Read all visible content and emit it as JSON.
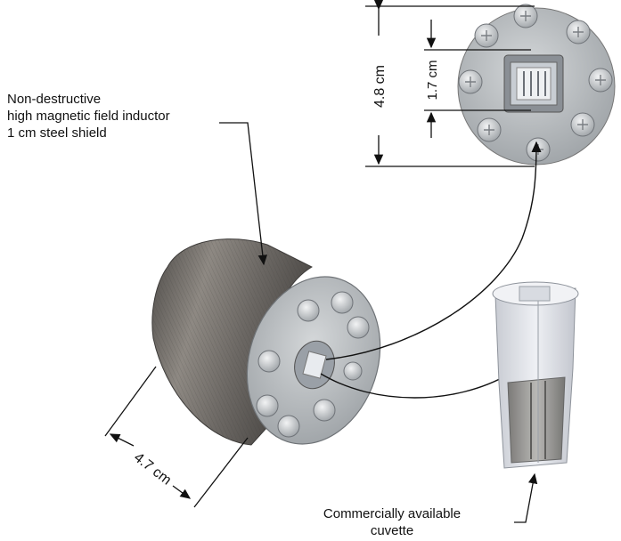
{
  "labels": {
    "inductor_line1": "Non-destructive",
    "inductor_line2": "high magnetic field inductor",
    "inductor_line3": "1 cm steel shield",
    "cuvette_line1": "Commercially available",
    "cuvette_line2": "cuvette"
  },
  "dimensions": {
    "outer_diameter": "4.8 cm",
    "bore_size": "1.7 cm",
    "length": "4.7 cm"
  },
  "colors": {
    "line": "#111111",
    "steel_dark": "#55524f",
    "steel_light": "#8f8a84",
    "plate": "#b9bdc0",
    "screw": "#d7dadd",
    "cuvette": "#dfe3ea"
  }
}
